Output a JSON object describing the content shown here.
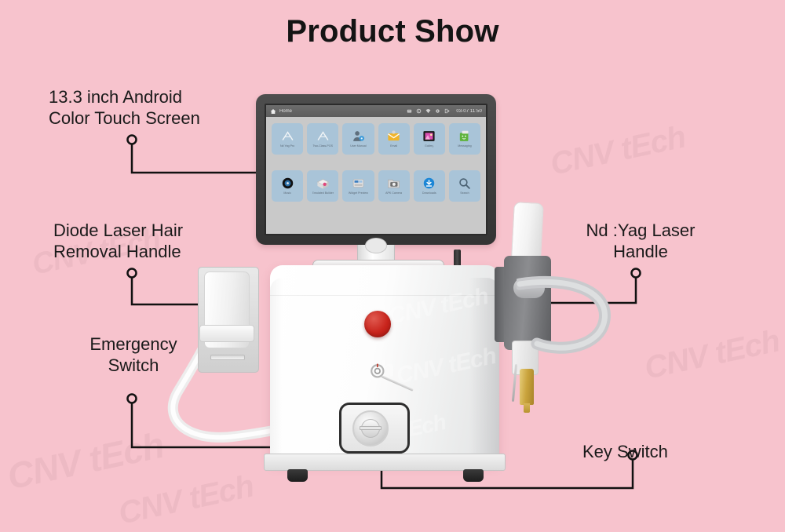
{
  "page": {
    "title": "Product Show",
    "background_color": "#f7c3cd",
    "text_color": "#1a1a1a",
    "watermark_text": "CNV tEch"
  },
  "callouts": [
    {
      "id": "screen",
      "label": "13.3 inch Android\nColor Touch Screen"
    },
    {
      "id": "diode",
      "label": "Diode Laser Hair\nRemoval Handle"
    },
    {
      "id": "emergency",
      "label": "Emergency\nSwitch"
    },
    {
      "id": "ndyag",
      "label": "Nd :Yag Laser\nHandle"
    },
    {
      "id": "key",
      "label": "Key Switch"
    }
  ],
  "device": {
    "emergency_button_color": "#c8241c",
    "screen": {
      "statusbar": {
        "home_label": "Home",
        "time": "03-07 11:50",
        "icons": [
          "sd-card-icon",
          "settings-gear-icon",
          "wifi-icon",
          "brightness-gear-icon",
          "power-exit-icon"
        ]
      },
      "apps_row1": [
        {
          "label": "Nd Yag Pro",
          "icon": "laser-peak-icon"
        },
        {
          "label": "Two-Class-POS",
          "icon": "laser-peak-icon"
        },
        {
          "label": "User Manual",
          "icon": "user-settings-icon"
        },
        {
          "label": "Email",
          "icon": "email-icon"
        },
        {
          "label": "Gallery",
          "icon": "gallery-icon"
        },
        {
          "label": "Messaging",
          "icon": "messaging-icon"
        }
      ],
      "apps_row2": [
        {
          "label": "Music",
          "icon": "music-icon"
        },
        {
          "label": "Emulated Builder",
          "icon": "file-box-icon"
        },
        {
          "label": "Widget Preview",
          "icon": "widget-preview-icon"
        },
        {
          "label": "APK Camera",
          "icon": "camera-folder-icon"
        },
        {
          "label": "Downloads",
          "icon": "download-icon"
        },
        {
          "label": "Search",
          "icon": "search-icon"
        }
      ]
    }
  }
}
